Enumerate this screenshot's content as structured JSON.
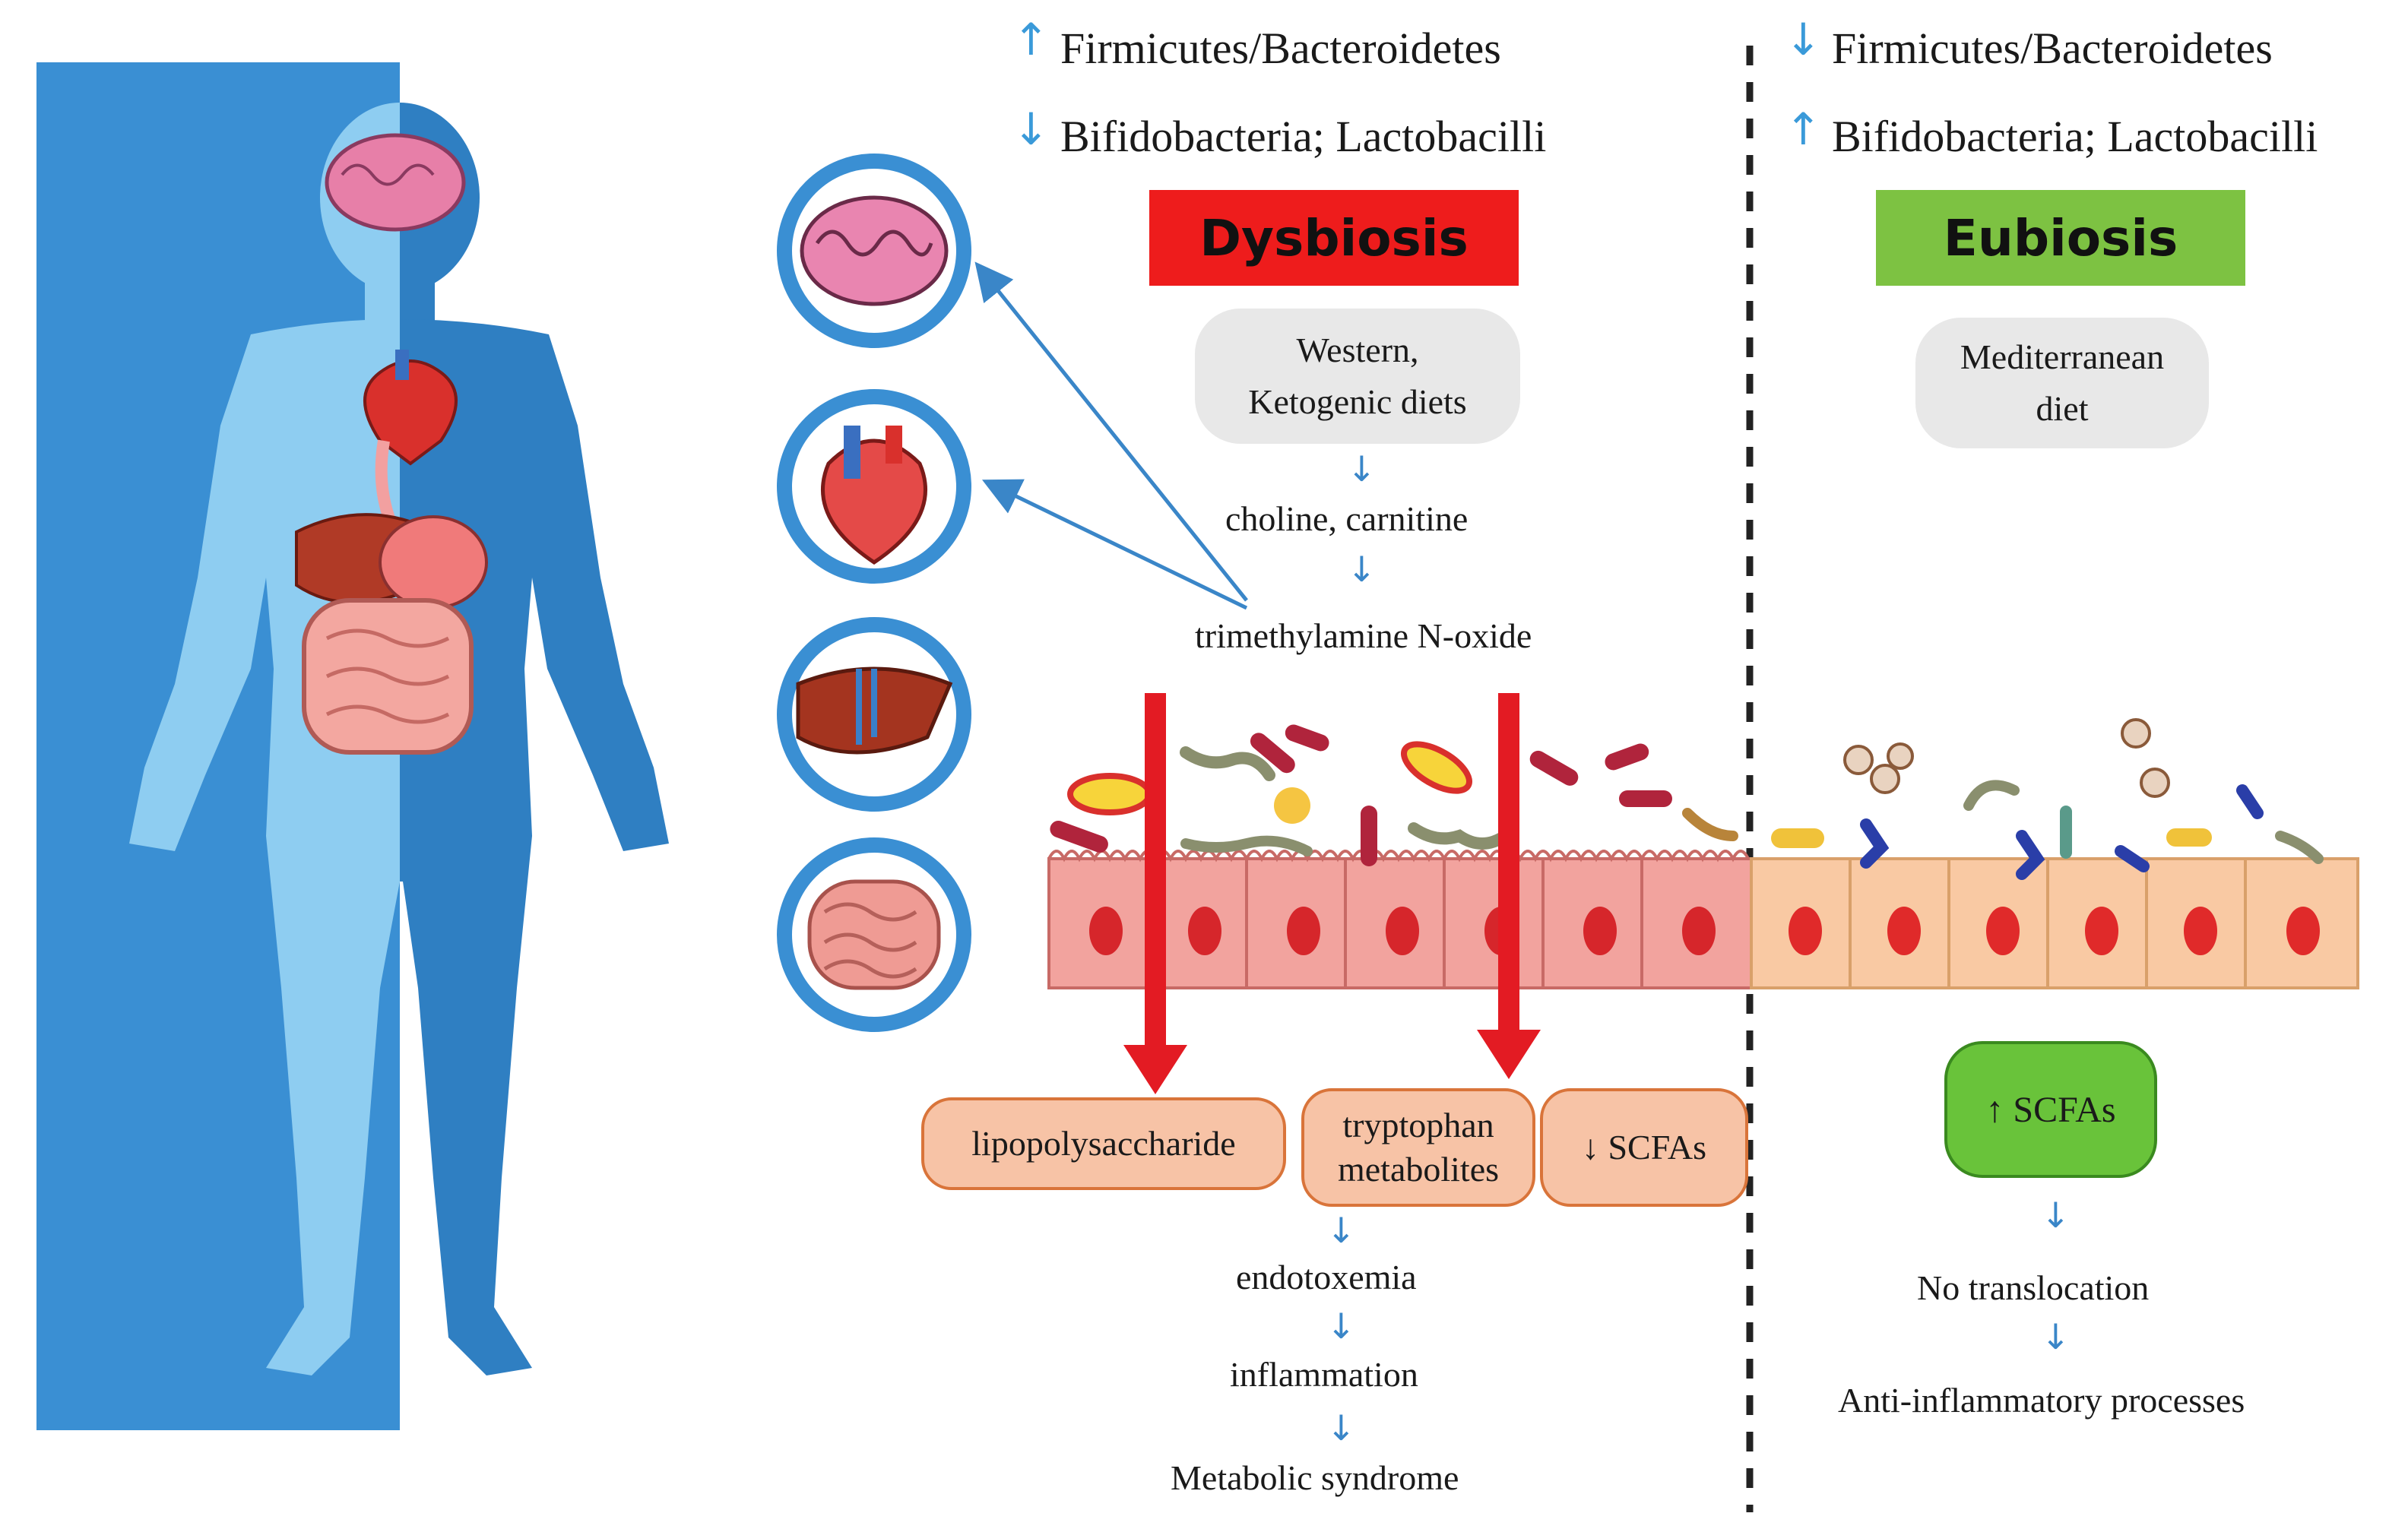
{
  "dysbiosis": {
    "title": "Dysbiosis",
    "title_color": "#ee1c1c",
    "marker1": "↑",
    "line1": "Firmicutes/Bacteroidetes",
    "marker2": "↓",
    "line2": "Bifidobacteria;  Lactobacilli",
    "diet_line1": "Western,",
    "diet_line2": "Ketogenic diets",
    "flow_choline": "choline, carnitine",
    "flow_tmao": "trimethylamine  N-oxide",
    "pill_lps": "lipopolysaccharide",
    "pill_trp_line1": "tryptophan",
    "pill_trp_line2": "metabolites",
    "pill_scfa": "↓ SCFAs",
    "flow_endotoxemia": "endotoxemia",
    "flow_inflammation": "inflammation",
    "flow_metabolic": "Metabolic syndrome"
  },
  "eubiosis": {
    "title": "Eubiosis",
    "title_color": "#7dc242",
    "marker1": "↓",
    "line1": "Firmicutes/Bacteroidetes",
    "marker2": "↑",
    "line2": "Bifidobacteria;  Lactobacilli",
    "diet_line1": "Mediterranean",
    "diet_line2": "diet",
    "pill_scfa": "↑  SCFAs",
    "flow_translocation": "No translocation",
    "flow_antiinflammatory": "Anti-inflammatory processes"
  },
  "colors": {
    "body_dark": "#3a8fd3",
    "body_light": "#8ecdf1",
    "accent_arrow": "#3a9ad9",
    "red_arrow": "#e31b23",
    "dysbiosis_cells": "#f2a39e",
    "eubiosis_cells": "#f9c9a3"
  }
}
